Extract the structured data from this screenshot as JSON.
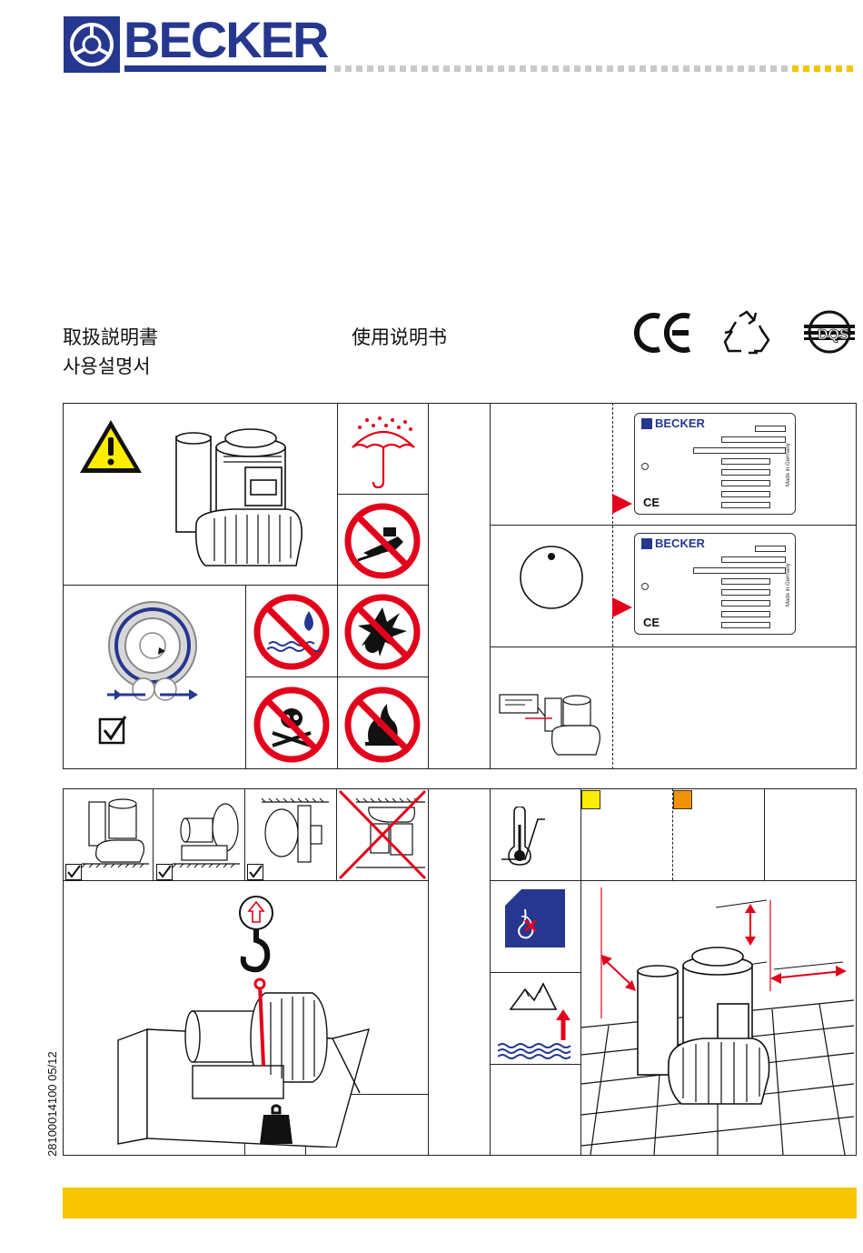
{
  "brand": {
    "name": "BECKER"
  },
  "titles": {
    "japanese": "取扱説明書",
    "korean": "사용설명서",
    "chinese": "使用说明书"
  },
  "certifications": [
    "ce-mark-icon",
    "recycling-icon",
    "dqs-certificate-icon"
  ],
  "nameplate": {
    "brand": "BECKER",
    "made_in": "Made in Germany",
    "ce": "CE"
  },
  "doc_code": "28100014100   05/12",
  "colors": {
    "brand_blue": "#26378f",
    "accent_yellow": "#f7c600",
    "warning_red": "#e2001a",
    "swatch_yellow": "#ffed00",
    "swatch_orange": "#f39200"
  },
  "icons": [
    "warning-triangle-icon",
    "protect-from-rain-icon",
    "no-forklift-icon",
    "no-liquids-icon",
    "no-explosive-icon",
    "no-toxic-icon",
    "no-flammable-icon",
    "rotation-direction-icon",
    "thermometer-icon",
    "no-condensate-icon",
    "altitude-icon",
    "weight-icon",
    "lifting-hook-icon"
  ]
}
